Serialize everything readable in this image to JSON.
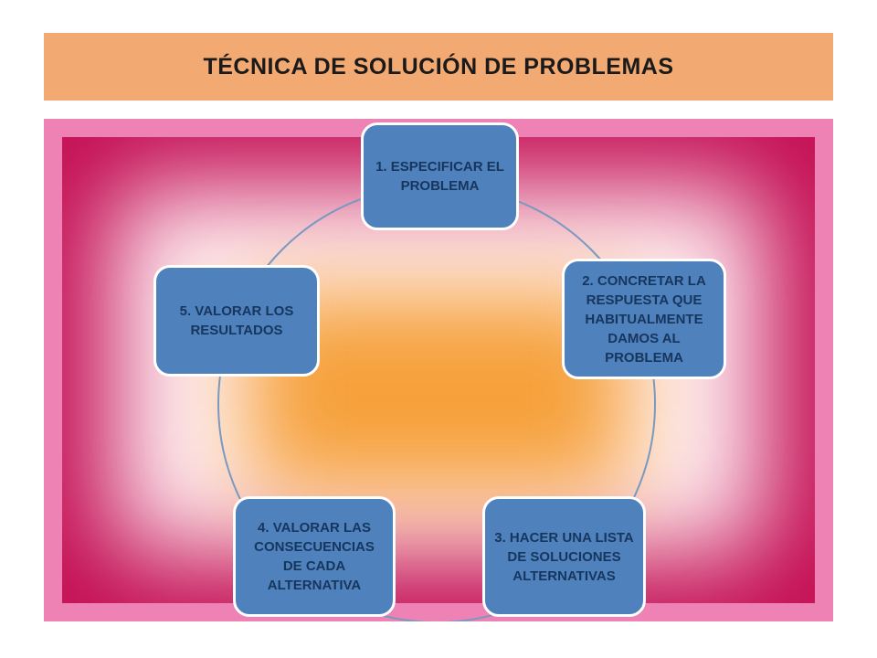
{
  "slide": {
    "title": "TÉCNICA DE SOLUCIÓN DE PROBLEMAS"
  },
  "diagram": {
    "type": "cycle",
    "steps": [
      {
        "label": "1. ESPECIFICAR EL PROBLEMA"
      },
      {
        "label": "2. CONCRETAR  LA RESPUESTA QUE HABITUALMENTE DAMOS AL PROBLEMA"
      },
      {
        "label": "3. HACER UNA LISTA DE SOLUCIONES ALTERNATIVAS"
      },
      {
        "label": "4. VALORAR LAS CONSECUENCIAS DE CADA ALTERNATIVA"
      },
      {
        "label": "5. VALORAR LOS RESULTADOS"
      }
    ],
    "colors": {
      "banner_fill": "#f3a972",
      "box_fill": "#4f81bd",
      "box_border": "#ffffff",
      "box_text": "#17365d",
      "bg_pink": "#ee82b4",
      "bg_crimson": "#c30a51",
      "bg_orange": "#f6a03a",
      "circle_stroke": "#7a99c0"
    }
  }
}
